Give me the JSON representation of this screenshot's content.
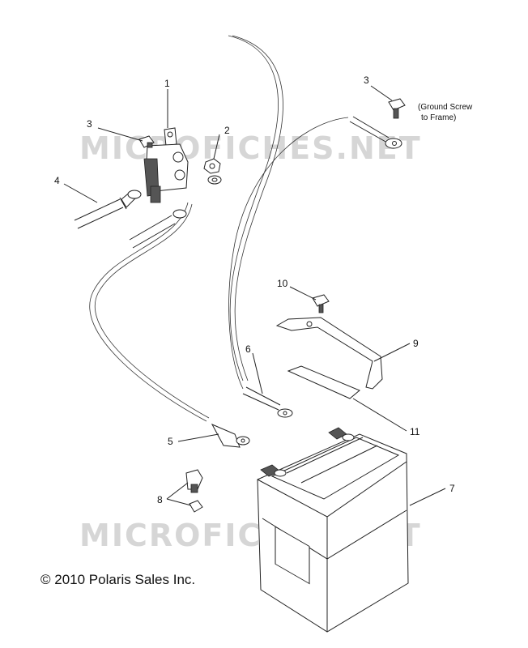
{
  "watermark": "MICROFICHES.NET",
  "copyright": "© 2010 Polaris Sales Inc.",
  "callouts": [
    {
      "id": "c1",
      "label": "1"
    },
    {
      "id": "c2",
      "label": "2"
    },
    {
      "id": "c3a",
      "label": "3"
    },
    {
      "id": "c3b",
      "label": "3"
    },
    {
      "id": "c4",
      "label": "4"
    },
    {
      "id": "c5",
      "label": "5"
    },
    {
      "id": "c6",
      "label": "6"
    },
    {
      "id": "c7",
      "label": "7"
    },
    {
      "id": "c8",
      "label": "8"
    },
    {
      "id": "c9",
      "label": "9"
    },
    {
      "id": "c10",
      "label": "10"
    },
    {
      "id": "c11",
      "label": "11"
    }
  ],
  "note": {
    "line1": "(Ground Screw",
    "line2": "to Frame)"
  }
}
